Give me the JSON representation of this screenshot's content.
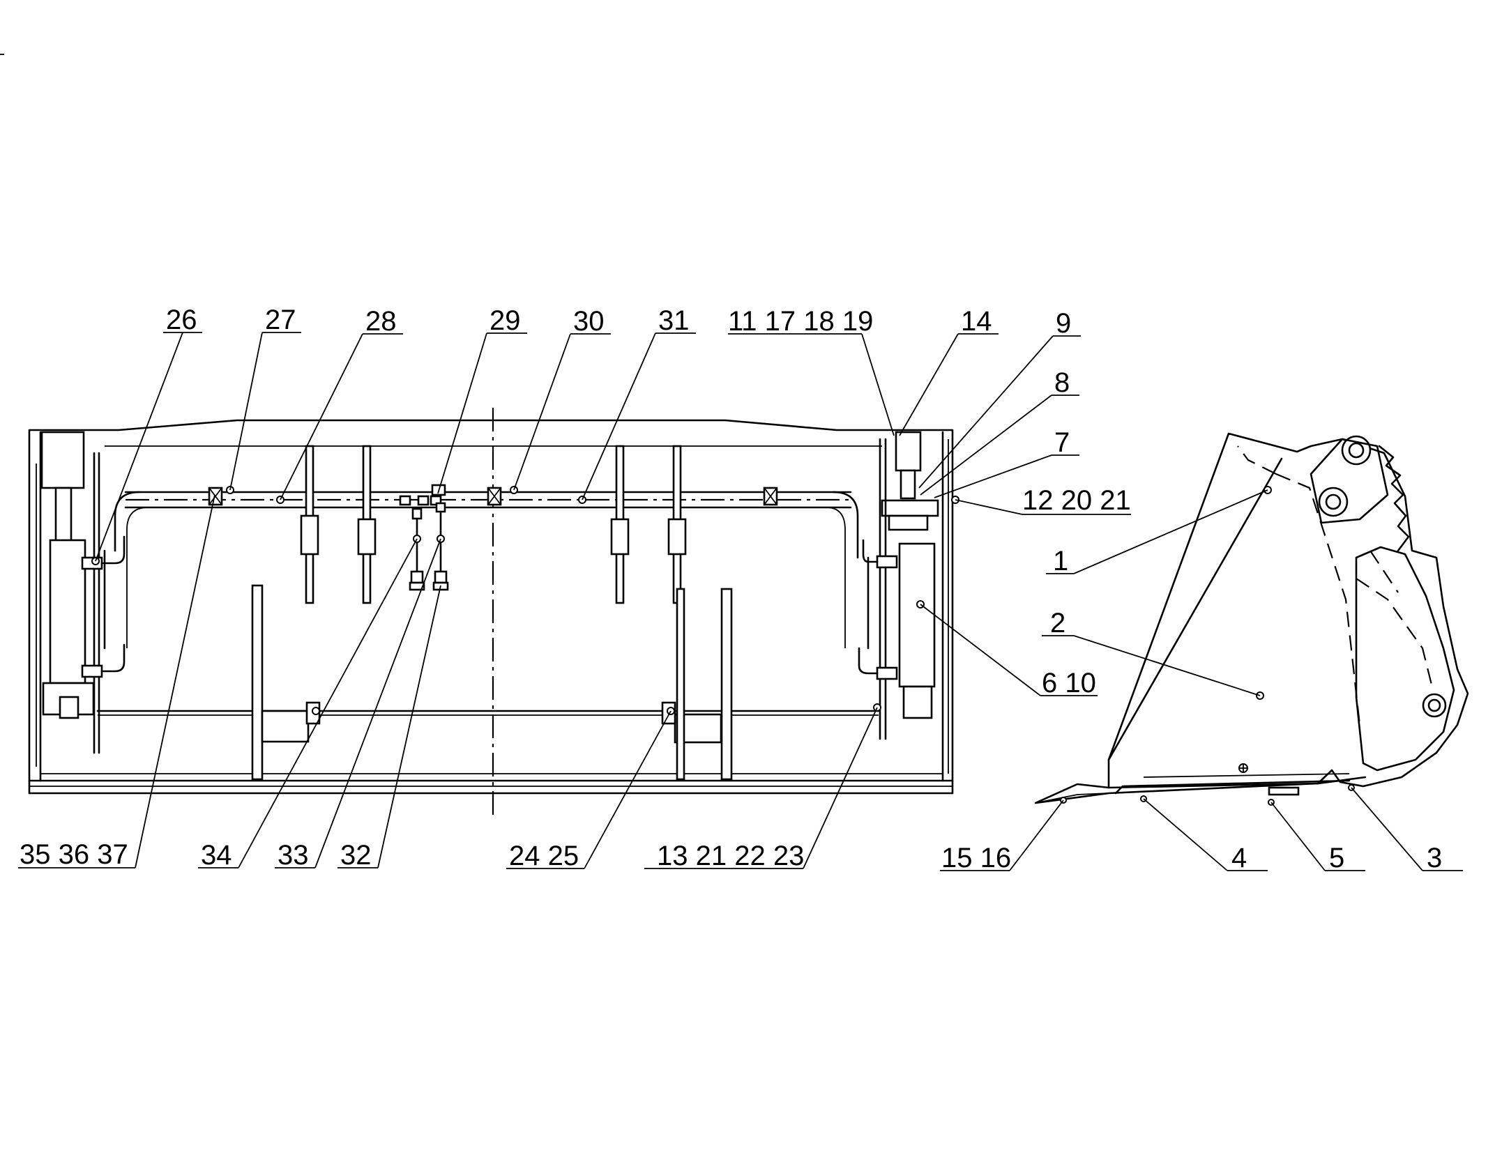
{
  "callouts": {
    "c26": "26",
    "c27": "27",
    "c28": "28",
    "c29": "29",
    "c30": "30",
    "c31": "31",
    "c11_17_18_19": "11 17 18 19",
    "c14": "14",
    "c9": "9",
    "c8": "8",
    "c7": "7",
    "c12_20_21": "12 20 21",
    "c6_10": "6 10",
    "c35_36_37": "35 36 37",
    "c34": "34",
    "c33": "33",
    "c32": "32",
    "c24_25": "24 25",
    "c13_21_22_23": "13 21 22 23",
    "c1": "1",
    "c2": "2",
    "c15_16": "15 16",
    "c4": "4",
    "c5": "5",
    "c3": "3"
  }
}
